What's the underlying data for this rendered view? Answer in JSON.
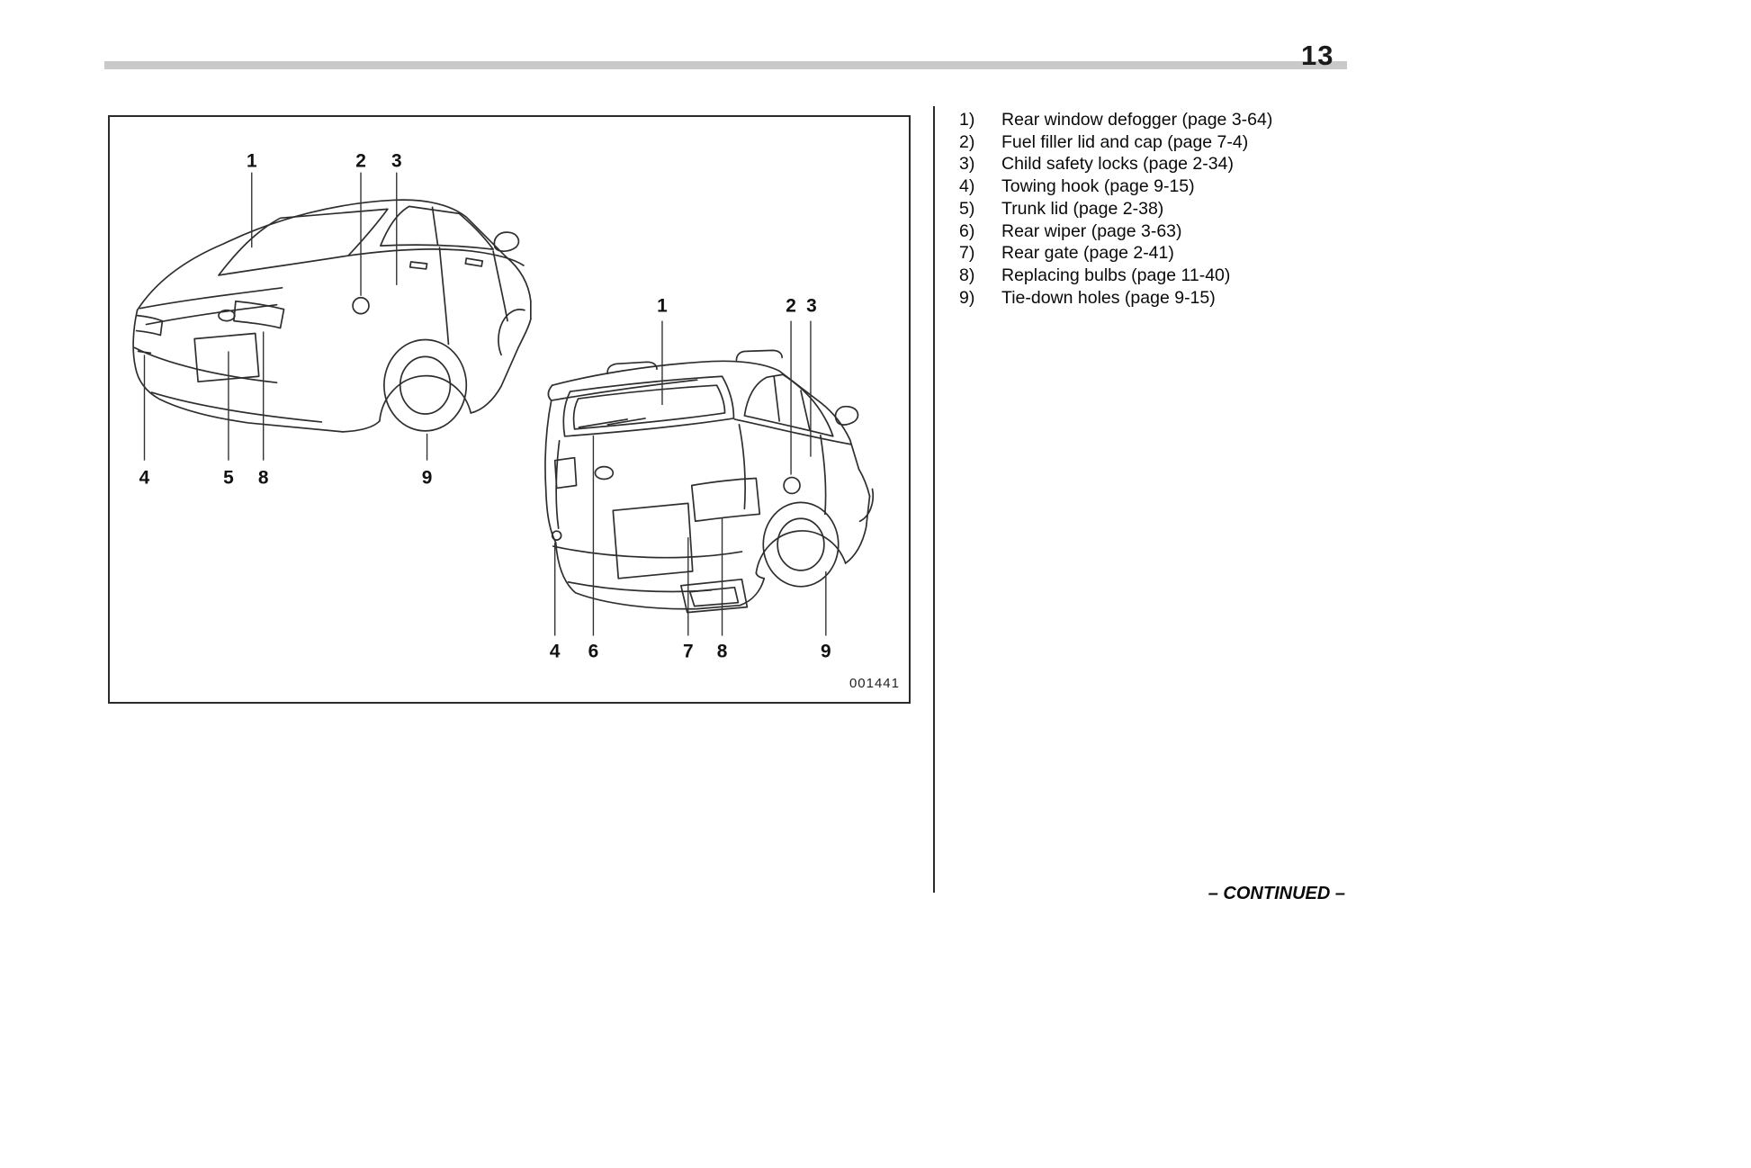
{
  "page": {
    "number": "13"
  },
  "figure": {
    "code": "001441",
    "sedan_callouts": [
      "1",
      "2",
      "3",
      "4",
      "5",
      "8",
      "9"
    ],
    "wagon_callouts": [
      "1",
      "2",
      "3",
      "4",
      "6",
      "7",
      "8",
      "9"
    ]
  },
  "parts_list": {
    "items": [
      {
        "num": "1)",
        "text": "Rear window defogger (page 3-64)"
      },
      {
        "num": "2)",
        "text": "Fuel filler lid and cap (page 7-4)"
      },
      {
        "num": "3)",
        "text": "Child safety locks (page 2-34)"
      },
      {
        "num": "4)",
        "text": "Towing hook (page 9-15)"
      },
      {
        "num": "5)",
        "text": "Trunk lid (page 2-38)"
      },
      {
        "num": "6)",
        "text": "Rear wiper (page 3-63)"
      },
      {
        "num": "7)",
        "text": "Rear gate (page 2-41)"
      },
      {
        "num": "8)",
        "text": "Replacing bulbs (page 11-40)"
      },
      {
        "num": "9)",
        "text": "Tie-down holes (page 9-15)"
      }
    ]
  },
  "footer": {
    "continued": "– CONTINUED –"
  },
  "colors": {
    "line_art": "#2e2e2e",
    "header_rule": "#c9c9c9",
    "text": "#0a0a0a"
  }
}
